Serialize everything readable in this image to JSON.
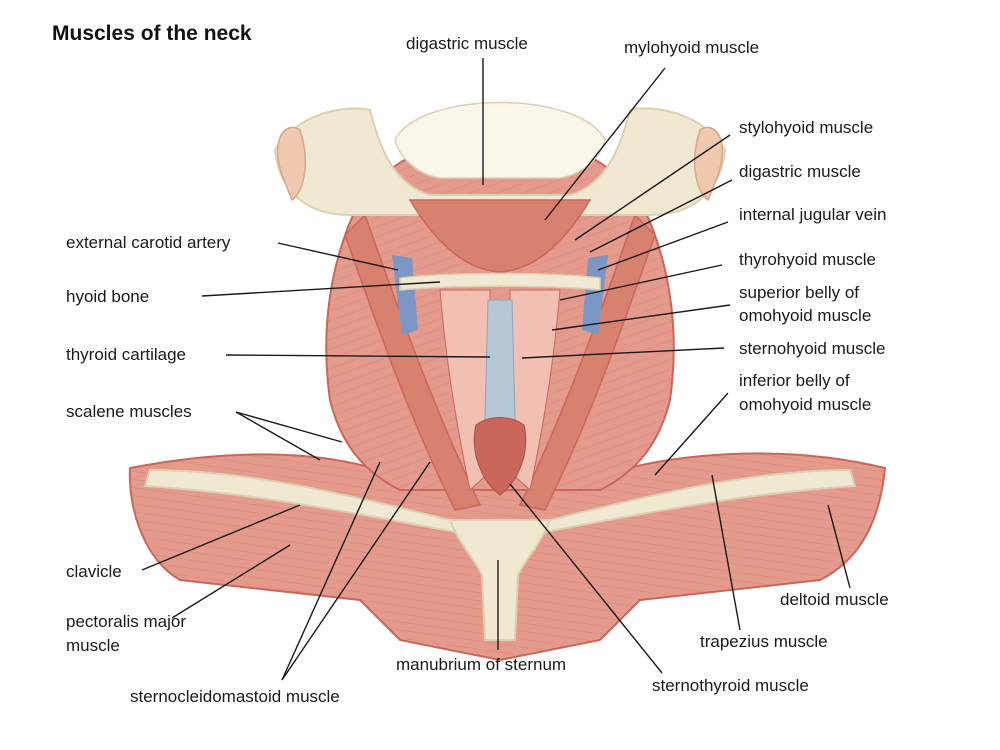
{
  "title": "Muscles of the neck",
  "labels": {
    "digastric_top": "digastric muscle",
    "mylohyoid": "mylohyoid muscle",
    "stylohyoid": "stylohyoid muscle",
    "digastric_right": "digastric muscle",
    "internal_jugular": "internal jugular vein",
    "thyrohyoid": "thyrohyoid muscle",
    "superior_omohyoid_1": "superior belly of",
    "superior_omohyoid_2": "omohyoid muscle",
    "sternohyoid": "sternohyoid muscle",
    "inferior_omohyoid_1": "inferior belly of",
    "inferior_omohyoid_2": "omohyoid muscle",
    "external_carotid": "external carotid artery",
    "hyoid_bone": "hyoid bone",
    "thyroid_cartilage": "thyroid cartilage",
    "scalene": "scalene muscles",
    "clavicle": "clavicle",
    "pectoralis_1": "pectoralis major",
    "pectoralis_2": "muscle",
    "deltoid": "deltoid muscle",
    "trapezius": "trapezius muscle",
    "manubrium": "manubrium of sternum",
    "sternothyroid": "sternothyroid muscle",
    "sternocleidomastoid": "sternocleidomastoid muscle"
  },
  "colors": {
    "muscle": "#e49a8c",
    "muscle_dark": "#c8675a",
    "muscle_light": "#f2bfb3",
    "bone": "#f1e8d2",
    "bone_shade": "#dcd0b2",
    "vein": "#7d97c4",
    "cartilage": "#b8c7d6",
    "skin": "#f0c8ae"
  }
}
